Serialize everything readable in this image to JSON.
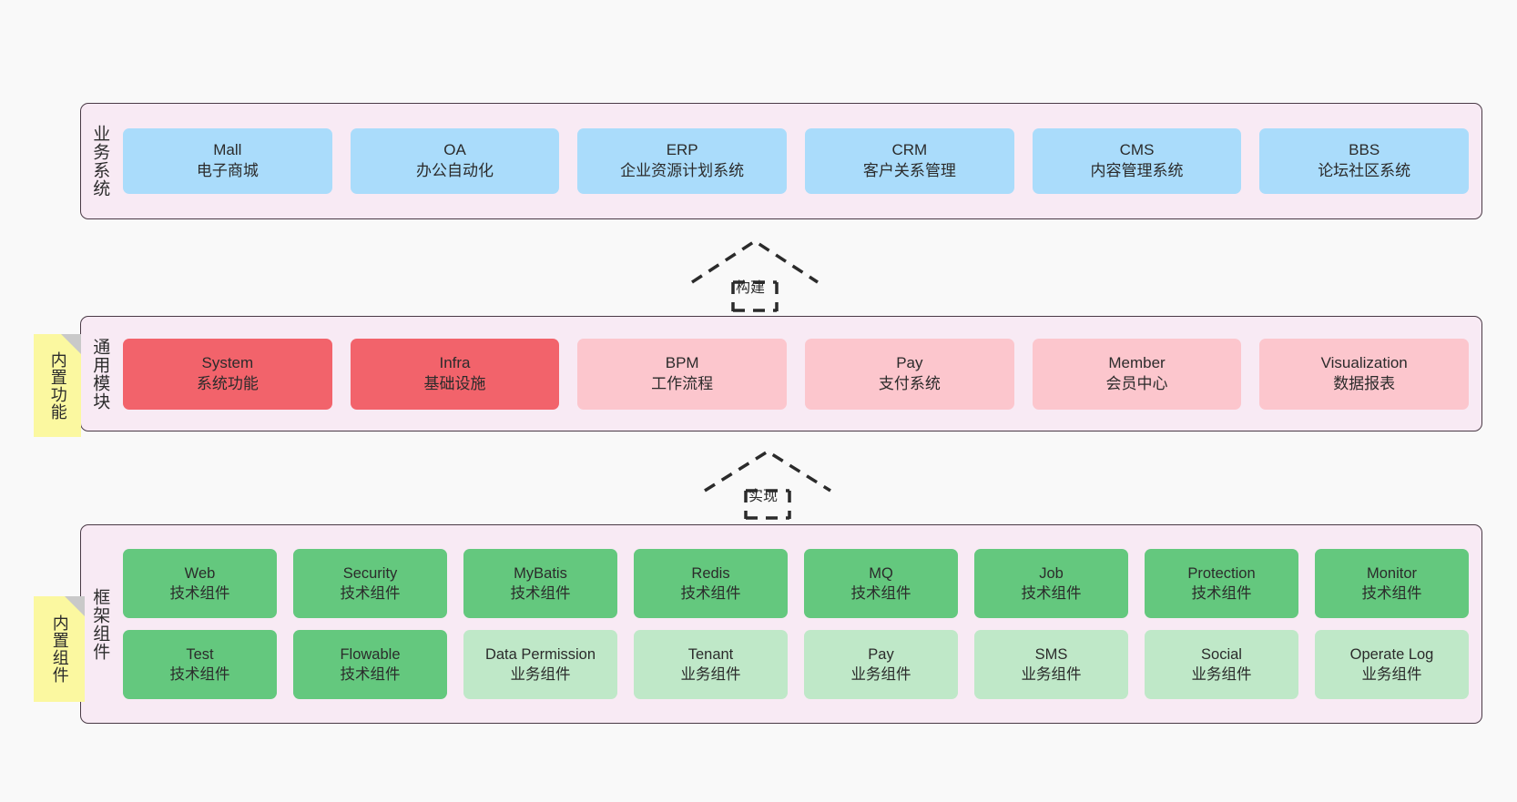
{
  "diagram": {
    "title": "System architecture layers",
    "background": "#f9f9f9",
    "layer_bg": "#f8eaf4",
    "layer_border": "#4a3a46",
    "colors": {
      "business": "#aadcfb",
      "core_module_active": "#f2636b",
      "core_module": "#fcc6cd",
      "tech_component": "#64c87e",
      "biz_component": "#bfe8c8",
      "note": "#fbf8a0",
      "note_fold": "#c9c9c9"
    }
  },
  "layers": {
    "business": {
      "label": "业务系统",
      "cards": [
        {
          "title": "Mall",
          "subtitle": "电子商城"
        },
        {
          "title": "OA",
          "subtitle": "办公自动化"
        },
        {
          "title": "ERP",
          "subtitle": "企业资源计划系统"
        },
        {
          "title": "CRM",
          "subtitle": "客户关系管理"
        },
        {
          "title": "CMS",
          "subtitle": "内容管理系统"
        },
        {
          "title": "BBS",
          "subtitle": "论坛社区系统"
        }
      ]
    },
    "common": {
      "label": "通用模块",
      "cards": [
        {
          "title": "System",
          "subtitle": "系统功能",
          "variant": "c-red"
        },
        {
          "title": "Infra",
          "subtitle": "基础设施",
          "variant": "c-red"
        },
        {
          "title": "BPM",
          "subtitle": "工作流程",
          "variant": "c-pink"
        },
        {
          "title": "Pay",
          "subtitle": "支付系统",
          "variant": "c-pink"
        },
        {
          "title": "Member",
          "subtitle": "会员中心",
          "variant": "c-pink"
        },
        {
          "title": "Visualization",
          "subtitle": "数据报表",
          "variant": "c-pink"
        }
      ]
    },
    "framework": {
      "label": "框架组件",
      "row1": [
        {
          "title": "Web",
          "subtitle": "技术组件"
        },
        {
          "title": "Security",
          "subtitle": "技术组件"
        },
        {
          "title": "MyBatis",
          "subtitle": "技术组件"
        },
        {
          "title": "Redis",
          "subtitle": "技术组件"
        },
        {
          "title": "MQ",
          "subtitle": "技术组件"
        },
        {
          "title": "Job",
          "subtitle": "技术组件"
        },
        {
          "title": "Protection",
          "subtitle": "技术组件"
        },
        {
          "title": "Monitor",
          "subtitle": "技术组件"
        }
      ],
      "row2": [
        {
          "title": "Test",
          "subtitle": "技术组件",
          "variant": "c-green"
        },
        {
          "title": "Flowable",
          "subtitle": "技术组件",
          "variant": "c-green"
        },
        {
          "title": "Data Permission",
          "subtitle": "业务组件",
          "variant": "c-greenlight"
        },
        {
          "title": "Tenant",
          "subtitle": "业务组件",
          "variant": "c-greenlight"
        },
        {
          "title": "Pay",
          "subtitle": "业务组件",
          "variant": "c-greenlight"
        },
        {
          "title": "SMS",
          "subtitle": "业务组件",
          "variant": "c-greenlight"
        },
        {
          "title": "Social",
          "subtitle": "业务组件",
          "variant": "c-greenlight"
        },
        {
          "title": "Operate Log",
          "subtitle": "业务组件",
          "variant": "c-greenlight"
        }
      ]
    }
  },
  "arrows": [
    {
      "label": "构建",
      "from": "通用模块",
      "to": "业务系统",
      "style": "dashed-hollow-generalization"
    },
    {
      "label": "实现",
      "from": "框架组件",
      "to": "通用模块",
      "style": "dashed-hollow-generalization"
    }
  ],
  "notes": [
    {
      "label": "内置功能"
    },
    {
      "label": "内置组件"
    }
  ]
}
